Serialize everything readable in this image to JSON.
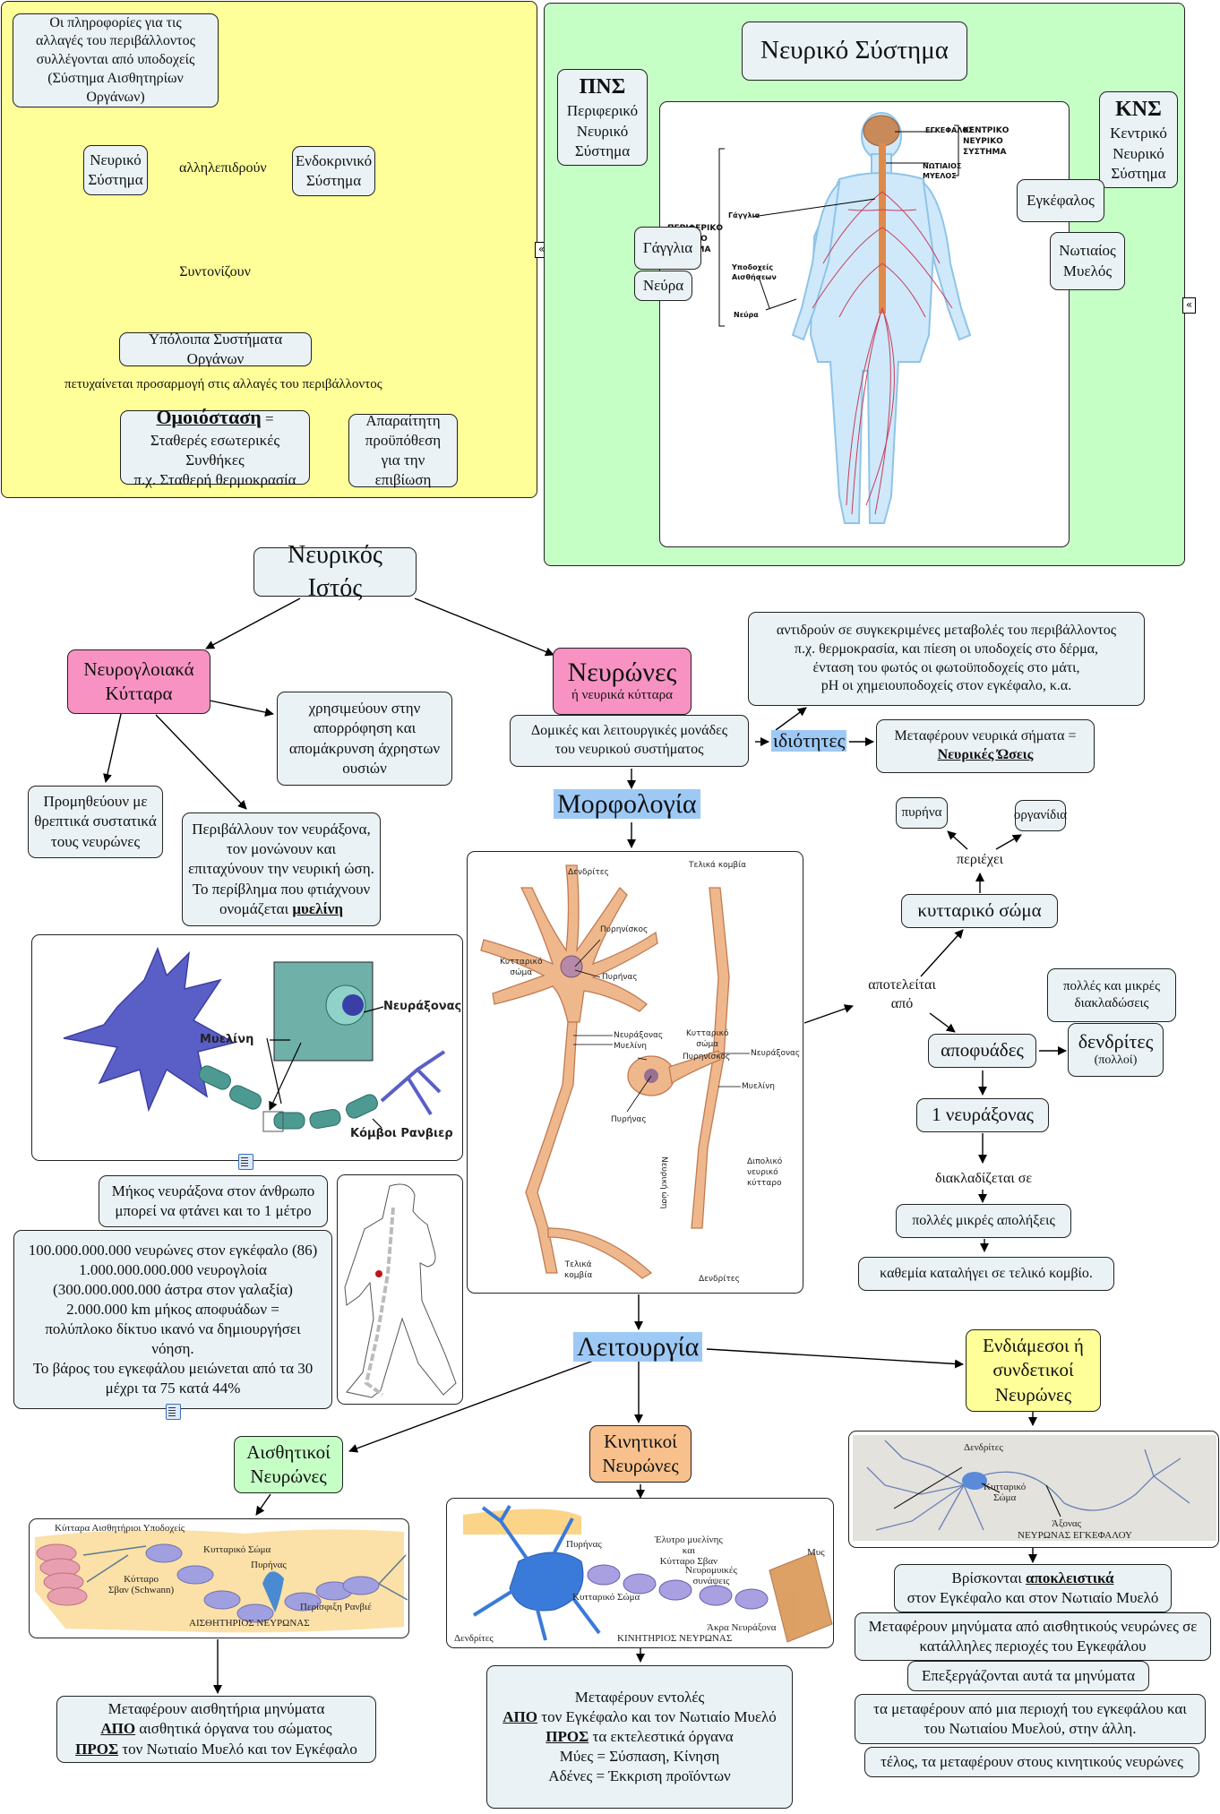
{
  "yellow_panel": {
    "color": "#ffff99",
    "info_box": [
      "Οι πληροφορίες για τις",
      "αλλαγές του περιβάλλοντος",
      "συλλέγονται από υποδοχείς",
      "(Σύστημα Αισθητηρίων Οργάνων)"
    ],
    "nervous_system": [
      "Νευρικό",
      "Σύστημα"
    ],
    "interact_label": "αλληλεπιδρούν",
    "endocrine_system": [
      "Ενδοκρινικό",
      "Σύστημα"
    ],
    "coordinate_label": "Συντονίζουν",
    "other_systems": "Υπόλοιπα Συστήματα Οργάνων",
    "adaptation_label": "πετυχαίνεται προσαρμογή στις αλλαγές του περιβάλλοντος",
    "homeostasis_title": "Ομοιόσταση",
    "homeostasis_eq": " =",
    "homeostasis_lines": [
      "Σταθερές εσωτερικές Συνθήκες",
      "π.χ. Σταθερή θερμοκρασία"
    ],
    "survival": [
      "Απαραίτητη",
      "προϋπόθεση",
      "για την επιβίωση"
    ]
  },
  "green_panel": {
    "color": "#c6ffc6",
    "title": "Νευρικό Σύστημα",
    "pns_abbr": "ΠΝΣ",
    "pns_lines": [
      "Περιφερικό",
      "Νευρικό",
      "Σύστημα"
    ],
    "cns_abbr": "ΚΝΣ",
    "cns_lines": [
      "Κεντρικό",
      "Νευρικό",
      "Σύστημα"
    ],
    "ganglia": "Γάγγλια",
    "nerves": "Νεύρα",
    "brain": "Εγκέφαλος",
    "spinal_cord": [
      "Νωτιαίος",
      "Μυελός"
    ],
    "figure_labels": {
      "brain": "ΕΓΚΕΦΑΛΟΣ",
      "spinal": [
        "ΝΩΤΙΑΙΟΣ",
        "ΜΥΕΛΟΣ"
      ],
      "cns": [
        "ΚΕΝΤΡΙΚΟ",
        "ΝΕΥΡΙΚΟ",
        "ΣΥΣΤΗΜΑ"
      ],
      "pns": [
        "ΠΕΡΙΦΕΡΙΚΟ",
        "ΝΕΥΡΙΚΟ",
        "ΣΥΣΤΗΜΑ"
      ],
      "ganglia": "Γάγγλια",
      "receptors": [
        "Υποδοχείς",
        "Αισθήσεων"
      ],
      "nerves": "Νεύρα"
    }
  },
  "tissue": {
    "title": "Νευρικός Ιστός",
    "glia": [
      "Νευρογλοιακά",
      "Κύτταρα"
    ],
    "glia_absorb": [
      "χρησιμεύουν στην",
      "απορρόφηση και",
      "απομάκρυνση άχρηστων",
      "ουσιών"
    ],
    "glia_nourish": [
      "Προμηθεύουν με",
      "θρεπτικά συστατικά",
      "τους νευρώνες"
    ],
    "glia_wrap": [
      "Περιβάλλουν τον νευράξονα,",
      "τον μονώνουν και",
      "επιταχύνουν την νευρική ώση.",
      "Το περίβλημα που φτιάχνουν"
    ],
    "glia_wrap_last_prefix": "ονομάζεται ",
    "glia_wrap_last_bold": "μυελίνη",
    "myelin_figure": {
      "axon": "Νευράξονας",
      "myelin": "Μυελίνη",
      "nodes": "Κόμβοι Ρανβιερ"
    },
    "axon_length": [
      "Μήκος νευράξονα στον άνθρωπο",
      "μπορεί να φτάνει και το 1 μέτρο"
    ],
    "facts": [
      "100.000.000.000 νευρώνες στον εγκέφαλο (86)",
      "1.000.000.000.000 νευρογλοία",
      "(300.000.000.000 άστρα στον γαλαξία)",
      "2.000.000 km μήκος αποφυάδων =",
      "πολύπλοκο δίκτυο ικανό να δημιουργήσει",
      "νόηση.",
      "Το βάρος του εγκεφάλου μειώνεται από τα 30",
      "μέχρι τα 75 κατά 44%"
    ]
  },
  "neurons": {
    "title": "Νευρώνες",
    "subtitle": "ή νευρικά κύτταρα",
    "definition": [
      "Δομικές και λειτουργικές μονάδες",
      "του νευρικού συστήματος"
    ],
    "properties_label": "ιδιότητες",
    "react": [
      "αντιδρούν σε συγκεκριμένες μεταβολές του περιβάλλοντος",
      "π.χ. θερμοκρασία, και πίεση οι υποδοχείς στο δέρμα,",
      "ένταση του φωτός οι φωτοϋποδοχείς στο μάτι,",
      "pH οι χημειουποδοχείς στον εγκέφαλο, κ.α."
    ],
    "transmit_line": "Μεταφέρουν νευρικά σήματα =",
    "transmit_bold": "Νευρικές Ώσεις",
    "morphology": "Μορφολογία",
    "morph_figure": {
      "dendrites_top": "Δενδρίτες",
      "nucleolus": "Πυρηνίσκος",
      "cell_body": [
        "Κυτταρικό",
        "σώμα"
      ],
      "nucleus": "Πυρήνας",
      "axon": "Νευράξονας",
      "myelin": "Μυελίνη",
      "terminals_top": "Τελικά κομβία",
      "cell_body2": [
        "Κυτταρικό",
        "σώμα"
      ],
      "nucleolus2": "Πυρηνίσκος",
      "axon2": "Νευράξονας",
      "myelin2": "Μυελίνη",
      "nucleus2": "Πυρήνας",
      "impulse": "Νευρική ώση",
      "bipolar": [
        "Διπολικό",
        "νευρικό",
        "κύτταρο"
      ],
      "terminals_bottom": [
        "Τελικά",
        "κομβία"
      ],
      "dendrites_bottom": "Δενδρίτες"
    },
    "consists_of": [
      "αποτελείται",
      "από"
    ],
    "cell_body": "κυτταρικό σώμα",
    "contains": "περιέχει",
    "nucleus": "πυρήνα",
    "organelles": "οργανίδια",
    "processes": "αποφυάδες",
    "dendrites": "δενδρίτες",
    "dendrites_many": "(πολλοί)",
    "dendrites_desc": [
      "πολλές και μικρές",
      "διακλαδώσεις"
    ],
    "axon": "1 νευράξονας",
    "branches_into": "διακλαδίζεται σε",
    "endings": "πολλές μικρές απολήξεις",
    "terminal": "καθεμία καταλήγει σε τελικό κομβίο."
  },
  "function": {
    "title": "Λειτουργία",
    "sensory": {
      "title": [
        "Αισθητικοί",
        "Νευρώνες"
      ],
      "figure": {
        "receptors": "Κύτταρα Αισθητήριοι Υποδοχείς",
        "body": "Κυτταρικό Σώμα",
        "nucleus": "Πυρήνας",
        "schwann": [
          "Κύτταρο",
          "Σβαν (Schwann)"
        ],
        "ranvier": "Περίσφιξη Ρανβιέ",
        "caption": "ΑΙΣΘΗΤΗΡΙΟΣ ΝΕΥΡΩΝΑΣ"
      },
      "desc_line1": "Μεταφέρουν αισθητήρια μηνύματα",
      "from_bold": "ΑΠΟ",
      "from_rest": " αισθητικά όργανα του σώματος",
      "to_bold": "ΠΡΟΣ",
      "to_rest": " τον Νωτιαίο Μυελό και τον Εγκέφαλο"
    },
    "motor": {
      "title": [
        "Κινητικοί",
        "Νευρώνες"
      ],
      "figure": {
        "nucleus": "Πυρήνας",
        "sheath": [
          "Έλυτρο μυελίνης",
          "και",
          "Κύτταρο Σβαν"
        ],
        "muscle": "Μυς",
        "synapses": [
          "Νευρομυικές",
          "συνάψεις"
        ],
        "body": "Κυτταρικό Σώμα",
        "dendrites": "Δενδρίτες",
        "tips": "Άκρα Νευράξονα",
        "caption": "ΚΙΝΗΤΗΡΙΟΣ ΝΕΥΡΩΝΑΣ"
      },
      "desc_line1": "Μεταφέρουν εντολές",
      "from_bold": "ΑΠΟ",
      "from_rest": " τον Εγκέφαλο και τον Νωτιαίο Μυελό",
      "to_bold": "ΠΡΟΣ",
      "to_rest": " τα εκτελεστικά όργανα",
      "muscles": "Μύες = Σύσπαση, Κίνηση",
      "glands": "Αδένες = Έκκριση προϊόντων"
    },
    "inter": {
      "title": [
        "Ενδιάμεσοι ή",
        "συνδετικοί",
        "Νευρώνες"
      ],
      "figure": {
        "dendrites": "Δενδρίτες",
        "body": [
          "Κυτταρικό",
          "Σώμα"
        ],
        "axon": "Άξονας",
        "caption": "ΝΕΥΡΩΝΑΣ ΕΓΚΕΦΑΛΟΥ"
      },
      "located_prefix": "Βρίσκονται ",
      "located_bold": "αποκλειστικά",
      "located_rest": "στον Εγκέφαλο και στον Νωτιαίο Μυελό",
      "carry": [
        "Μεταφέρουν μηνύματα από αισθητικούς νευρώνες σε",
        "κατάλληλες περιοχές του Εγκεφάλου"
      ],
      "process": "Επεξεργάζονται αυτά τα μηνύματα",
      "transfer": [
        "τα μεταφέρουν από μια περιοχή του εγκεφάλου και",
        "του Νωτιαίου Μυελού, στην άλλη."
      ],
      "finally": "τέλος, τα μεταφέρουν στους κινητικούς νευρώνες"
    }
  }
}
